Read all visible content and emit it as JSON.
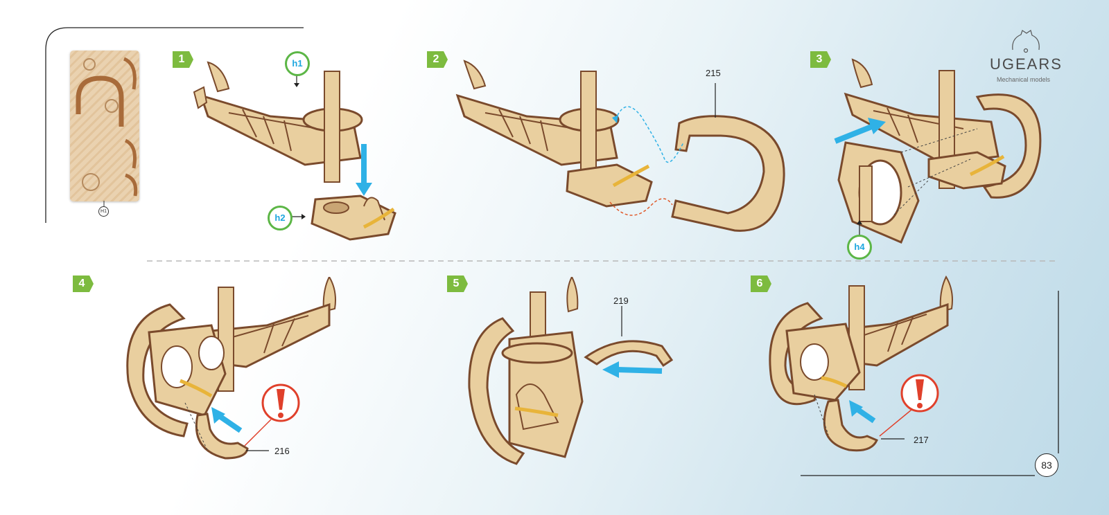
{
  "brand": {
    "name": "UGEARS",
    "tagline": "Mechanical models"
  },
  "page_number": "83",
  "sheet_label": "H1",
  "steps": [
    {
      "number": "1",
      "labels": [
        "h1",
        "h2"
      ]
    },
    {
      "number": "2",
      "parts": [
        "215"
      ]
    },
    {
      "number": "3",
      "labels": [
        "h4"
      ]
    },
    {
      "number": "4",
      "parts": [
        "216"
      ]
    },
    {
      "number": "5",
      "parts": [
        "219"
      ]
    },
    {
      "number": "6",
      "parts": [
        "217"
      ]
    }
  ],
  "icons": [
    "gear-icon",
    "arrow-icon",
    "warning-icon"
  ],
  "colors": {
    "badge": "#7dbb3f",
    "label_ring": "#5cb646",
    "label_text": "#1ca6df",
    "arrow": "#2fb1e6",
    "warning": "#e0402b",
    "wood": "#e9cf9f",
    "wood_edge": "#7a4a2c"
  }
}
